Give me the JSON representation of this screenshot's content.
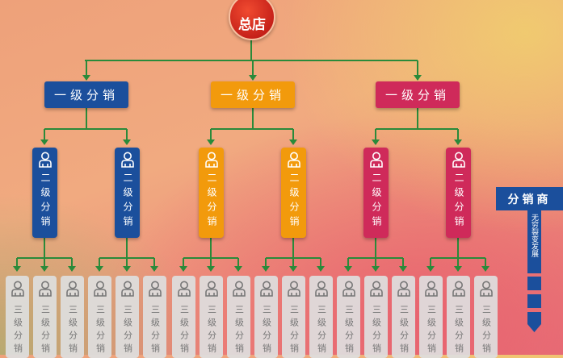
{
  "root": {
    "label": "总店"
  },
  "level1": [
    {
      "label": "一级分销",
      "color": "#1b4f9c"
    },
    {
      "label": "一级分销",
      "color": "#f29a0c"
    },
    {
      "label": "一级分销",
      "color": "#cf2a5a"
    }
  ],
  "level2": {
    "label": "二级分销",
    "count_per_parent": 2
  },
  "level3": {
    "label": "三级分销",
    "count_per_parent": 3
  },
  "sidebar": {
    "title": "分销商",
    "subtitle": "无穷裂变发展"
  },
  "colors": {
    "connector": "#2a8a3a"
  }
}
